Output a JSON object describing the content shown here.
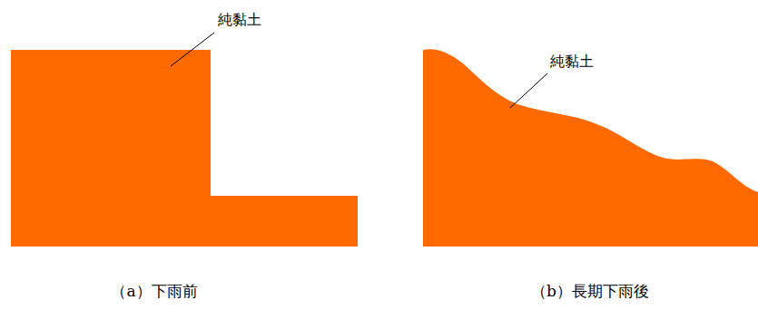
{
  "diagram": {
    "labels": [
      "純黏土",
      "純黏土",
      "（a）下雨前",
      "（b）長期下雨後"
    ]
  }
}
